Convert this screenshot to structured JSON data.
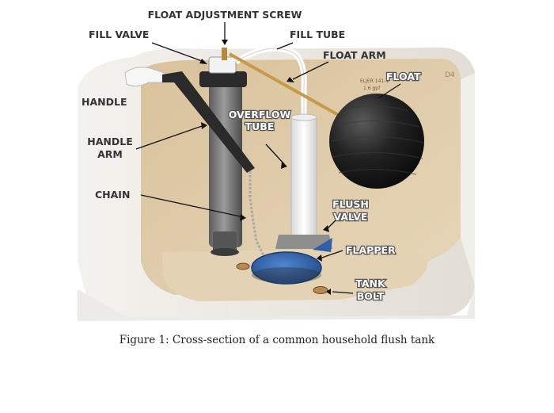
{
  "labels": {
    "float_adjustment_screw": "FLOAT ADJUSTMENT SCREW",
    "fill_valve": "FILL VALVE",
    "fill_tube": "FILL TUBE",
    "float_arm": "FLOAT ARM",
    "float": "FLOAT",
    "handle": "HANDLE",
    "overflow_tube_1": "OVERFLOW",
    "overflow_tube_2": "TUBE",
    "handle_arm_1": "HANDLE",
    "handle_arm_2": "ARM",
    "chain": "CHAIN",
    "flush_valve_1": "FLUSH",
    "flush_valve_2": "VALVE",
    "flapper": "FLAPPER",
    "tank_bolt_1": "TANK",
    "tank_bolt_2": "BOLT"
  },
  "caption": "Figure 1: Cross-section of a common household flush tank",
  "colors": {
    "tank_interior": "#d8c3a0",
    "float": "#1c1c1c",
    "flapper": "#2f5fa6",
    "label": "#333333"
  }
}
